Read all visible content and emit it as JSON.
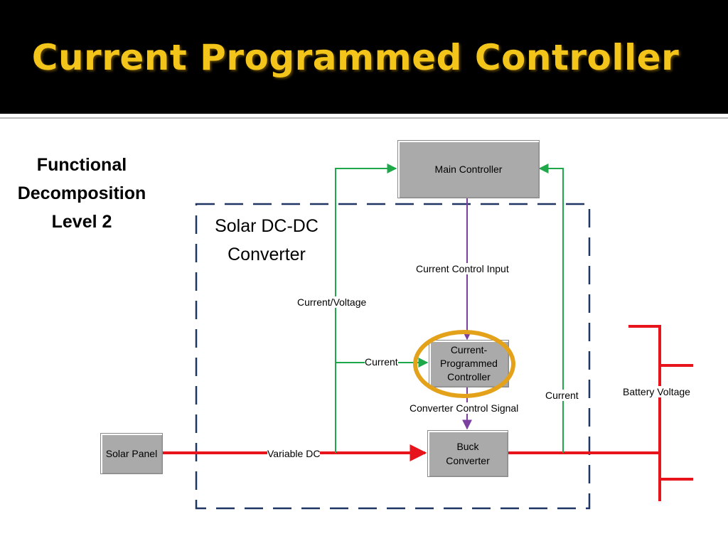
{
  "slide": {
    "title": "Current Programmed Controller"
  },
  "side_title": {
    "line1": "Functional",
    "line2": "Decomposition",
    "line3": "Level 2"
  },
  "boundary": {
    "label_line1": "Solar DC-DC",
    "label_line2": "Converter"
  },
  "blocks": {
    "main_controller": "Main Controller",
    "cpc_line1": "Current-",
    "cpc_line2": "Programmed",
    "cpc_line3": "Controller",
    "buck_line1": "Buck",
    "buck_line2": "Converter",
    "solar_panel": "Solar Panel"
  },
  "signals": {
    "current_control_input": "Current Control Input",
    "current_voltage": "Current/Voltage",
    "current_left": "Current",
    "converter_control_signal": "Converter Control Signal",
    "current_right": "Current",
    "variable_dc": "Variable DC",
    "battery_voltage": "Battery Voltage"
  },
  "colors": {
    "title": "#f3c51b",
    "power_line": "#e8141c",
    "sense_line": "#1fa84a",
    "control_line": "#7b3fa0",
    "boundary": "#1f3563",
    "highlight_ring": "#e3a21a",
    "block_fill": "#aaaaaa"
  }
}
